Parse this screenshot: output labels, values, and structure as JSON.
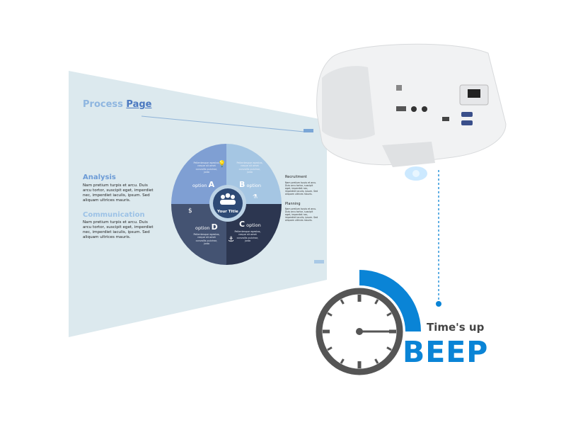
{
  "slide": {
    "title_part1": "Process",
    "title_part2": "Page",
    "left": [
      {
        "heading": "Analysis",
        "body": "Nam pretium turpis et arcu. Duis arcu tortor, suscipit eget, imperdiet nec, imperdiet iaculis, ipsum. Sed aliquam ultrices mauris."
      },
      {
        "heading": "Communication",
        "body": "Nam pretium turpis et arcu. Duis arcu tortor, suscipit eget, imperdiet nec, imperdiet iaculis, ipsum. Sed aliquam ultrices mauris."
      }
    ],
    "right": [
      {
        "heading": "Recruitment",
        "body": "Nam pretium turpis et arcu. Duis arcu tortor, suscipit eget, imperdiet nec, imperdiet iaculis, ipsum. Sed aliquam ultrices mauris."
      },
      {
        "heading": "Planning",
        "body": "Nam pretium turpis et arcu. Duis arcu tortor, suscipit eget, imperdiet nec, imperdiet iaculis, ipsum. Sed aliquam ultrices mauris."
      }
    ],
    "center_title": "Your Title",
    "options": [
      {
        "word": "option",
        "letter": "A",
        "text": "Pellentesque egestas, neque sit amet convallis pulvinar, justo",
        "color": "#7f9fd3",
        "icon": "lightbulb-icon"
      },
      {
        "word": "option",
        "letter": "B",
        "text": "Pellentesque egestas, neque sit amet convallis pulvinar, justo",
        "color": "#a5c6e3",
        "icon": "flask-icon"
      },
      {
        "word": "option",
        "letter": "C",
        "text": "Pellentesque egestas, neque sit amet convallis pulvinar, justo",
        "color": "#2c3650",
        "icon": "anchor-icon"
      },
      {
        "word": "option",
        "letter": "D",
        "text": "Pellentesque egestas, neque sit amet convallis pulvinar, justo",
        "color": "#445372",
        "icon": "money-bag-icon"
      }
    ],
    "center_icon": "people-icon"
  },
  "timer": {
    "label": "Time's up",
    "beep": "BEEP",
    "accent": "#0a84d6",
    "clock_color": "#555555",
    "icon": "clock-icon"
  },
  "colors": {
    "screen": "#dce9ee",
    "accent": "#0a84d6"
  }
}
